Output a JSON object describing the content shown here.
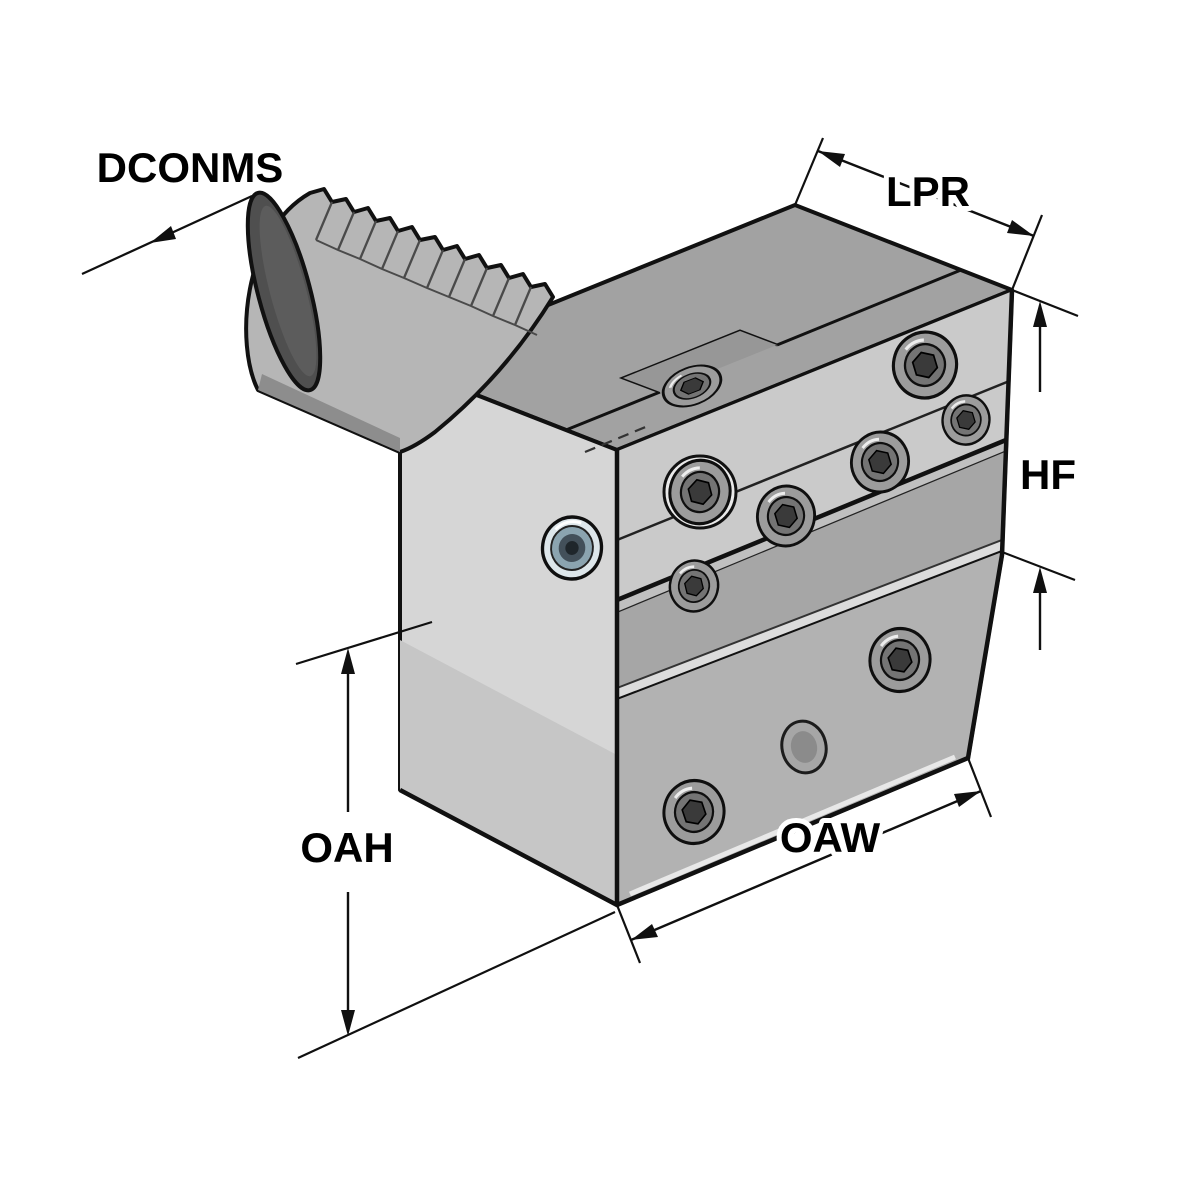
{
  "figure": {
    "type": "technical-drawing",
    "background_color": "#ffffff",
    "outline_color": "#111111",
    "colors": {
      "face_top": "#a2a2a2",
      "face_front": "#d6d6d6",
      "face_side": "#c0c0c0",
      "clamp_band": "#cacaca",
      "recess": "#a6a6a6",
      "ledge_highlight": "#dcdcdc",
      "shank_body": "#b6b6b6",
      "shank_end_face": "#4f4f4f",
      "bore_ring_tint": "#8ba4b0"
    },
    "labels": {
      "dconms": "DCONMS",
      "lpr": "LPR",
      "hf": "HF",
      "oah": "OAH",
      "oaw": "OAW"
    }
  }
}
